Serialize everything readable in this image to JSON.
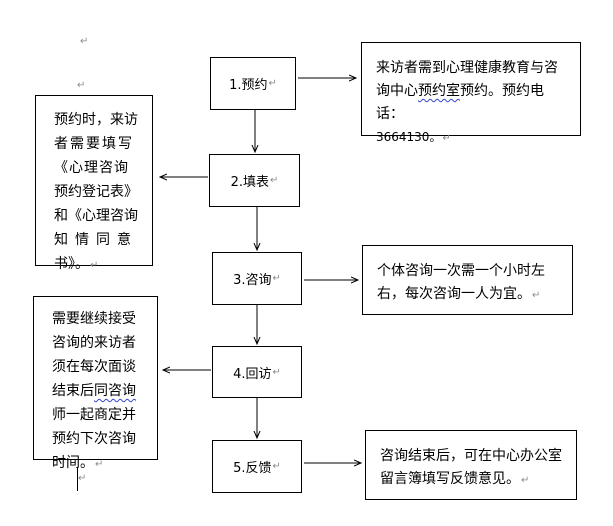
{
  "steps": [
    {
      "label": "1.预约"
    },
    {
      "label": "2.填表"
    },
    {
      "label": "3.咨询"
    },
    {
      "label": "4.回访"
    },
    {
      "label": "5.反馈"
    }
  ],
  "notes": {
    "step1": {
      "line1": "来访者需到心理健康教育与咨",
      "line2_a": "询中心",
      "line2_squig": "预约室",
      "line2_b": "预约。预约电话：",
      "line3": "3664130。"
    },
    "step2": {
      "lines": [
        "预约时，来访",
        "者需要填写",
        "《心理咨询",
        "预约登记表》",
        "和《心理咨询",
        "知情同意",
        "书》。"
      ]
    },
    "step3": {
      "line1": "个体咨询一次需一个小时左",
      "line2": "右，每次咨询一人为宜。"
    },
    "step4": {
      "line1": "需要继续接受",
      "line2": "咨询的来访者",
      "line3": "须在每次面谈",
      "line4_a": "结束后",
      "line4_squig": "同咨询",
      "line5": "师一起商定并",
      "line6": "预约下次咨询",
      "line7": "时间。"
    },
    "step5": {
      "line1": "咨询结束后，可在中心办公室",
      "line2": "留言簿填写反馈意见。"
    }
  },
  "paragraph_mark": "↵",
  "colors": {
    "border": "#000000",
    "mark": "#8a8a8a",
    "spellcheck": "#3344cc"
  }
}
